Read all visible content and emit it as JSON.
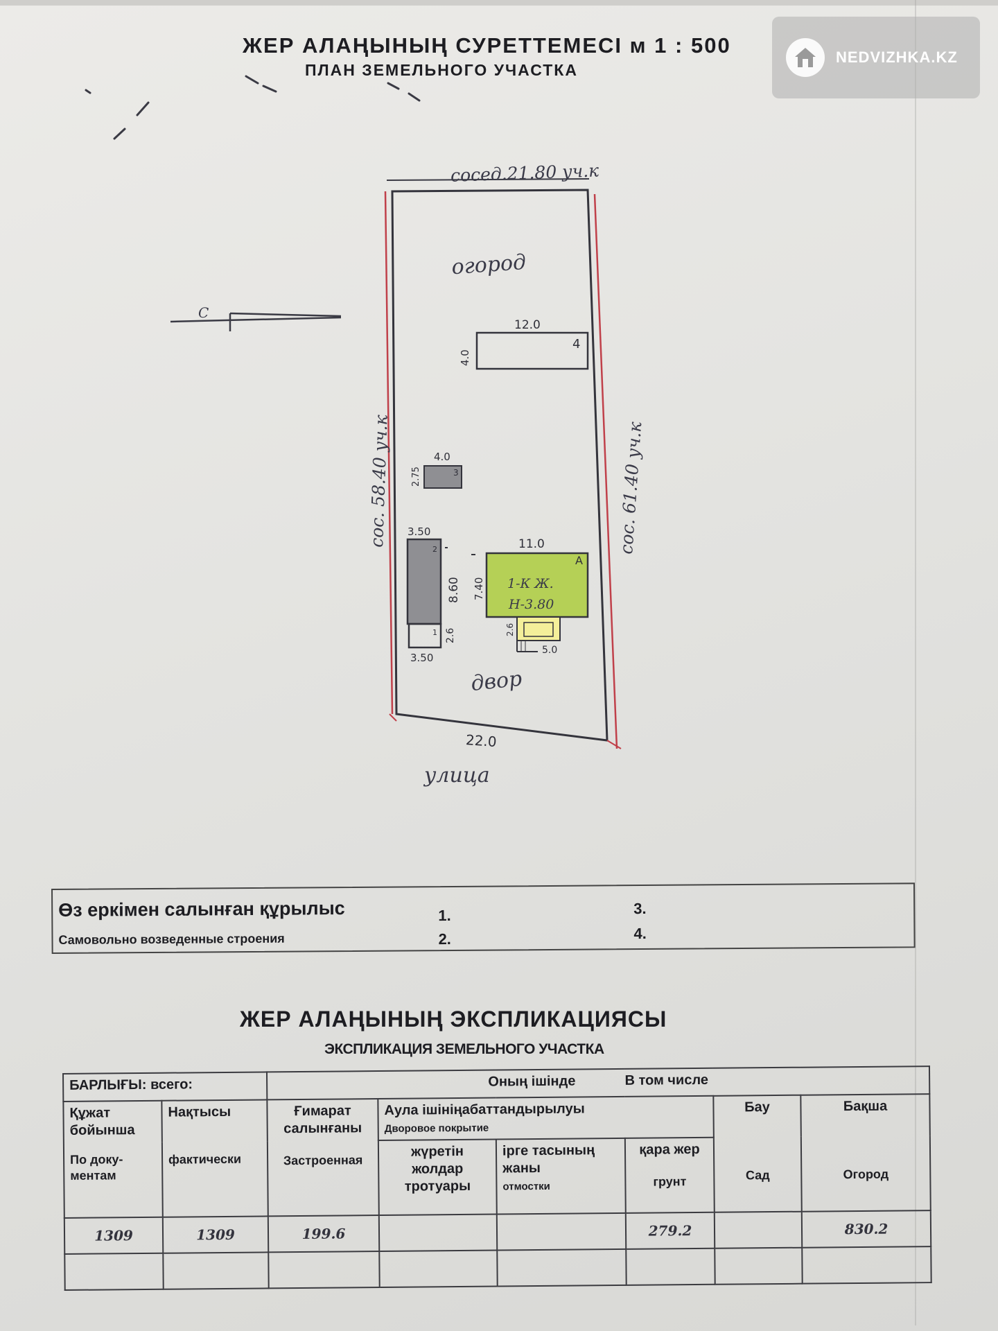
{
  "header": {
    "title_kz": "ЖЕР АЛАҢЫНЫҢ СУРЕТТЕМЕСІ м 1 : 500",
    "title_ru": "ПЛАН ЗЕМЕЛЬНОГО УЧАСТКА"
  },
  "watermark": {
    "text": "NEDVIZHKA.KZ",
    "icon": "house-icon"
  },
  "plan": {
    "north_label": "С",
    "top_neighbor": "сосед.21.80 уч.к",
    "left_neighbor": "сос. 58.40 уч.к",
    "right_neighbor": "сос. 61.40 уч.к",
    "bottom_width": "22.0",
    "street": "улица",
    "garden_label": "огород",
    "yard_label": "двор",
    "building_4": {
      "length": "12.0",
      "width": "4.0",
      "mark": "4"
    },
    "building_3": {
      "length": "4.0",
      "width": "2.75",
      "mark": "3"
    },
    "building_2": {
      "length": "3.50",
      "width": "8.60",
      "mark": "2"
    },
    "building_1": {
      "length": "3.50",
      "width": "2.6",
      "mark": "1"
    },
    "house": {
      "length": "11.0",
      "width": "7.40",
      "mark": "А",
      "label": "1-К Ж.",
      "height": "Н-3.80"
    },
    "porch": {
      "length": "5.0",
      "width": "2.6"
    },
    "colors": {
      "house_fill": "#b5d056",
      "shed_fill": "#8f8f93",
      "boundary_red": "#c0404a"
    }
  },
  "unauthorized": {
    "title_kz": "Өз еркімен салынған құрылыс",
    "title_ru": "Самовольно возведенные строения",
    "n1": "1.",
    "n2": "2.",
    "n3": "3.",
    "n4": "4."
  },
  "explication": {
    "title_kz": "ЖЕР АЛАҢЫНЫҢ ЭКСПЛИКАЦИЯСЫ",
    "title_ru": "ЭКСПЛИКАЦИЯ ЗЕМЕЛЬНОГО УЧАСТКА",
    "total_label": "БАРЛЫҒЫ: всего:",
    "including_kz": "Оның ішінде",
    "including_ru": "В том числе",
    "col_doc_kz": "Құжат бойынша",
    "col_doc_ru": "По доку-ментам",
    "col_fact_kz": "Нақтысы",
    "col_fact_ru": "фактически",
    "col_built_kz": "Ғимарат салынғаны",
    "col_built_ru": "Застроенная",
    "col_yard_kz": "Аула ішініңабаттандырылуы",
    "col_yard_ru": "Дворовое покрытие",
    "col_walk_kz": "жүретін жолдар",
    "col_walk_ru": "тротуары",
    "col_blind_kz": "іргe тасының жаны",
    "col_blind_ru": "отмостки",
    "col_soil_kz": "қара жер",
    "col_soil_ru": "грунт",
    "col_orchard_kz": "Бау",
    "col_orchard_ru": "Сад",
    "col_garden_kz": "Бақша",
    "col_garden_ru": "Огород",
    "values": {
      "doc": "1309",
      "fact": "1309",
      "built": "199.6",
      "walk": "",
      "blind": "",
      "soil": "279.2",
      "orchard": "",
      "garden": "830.2"
    }
  }
}
